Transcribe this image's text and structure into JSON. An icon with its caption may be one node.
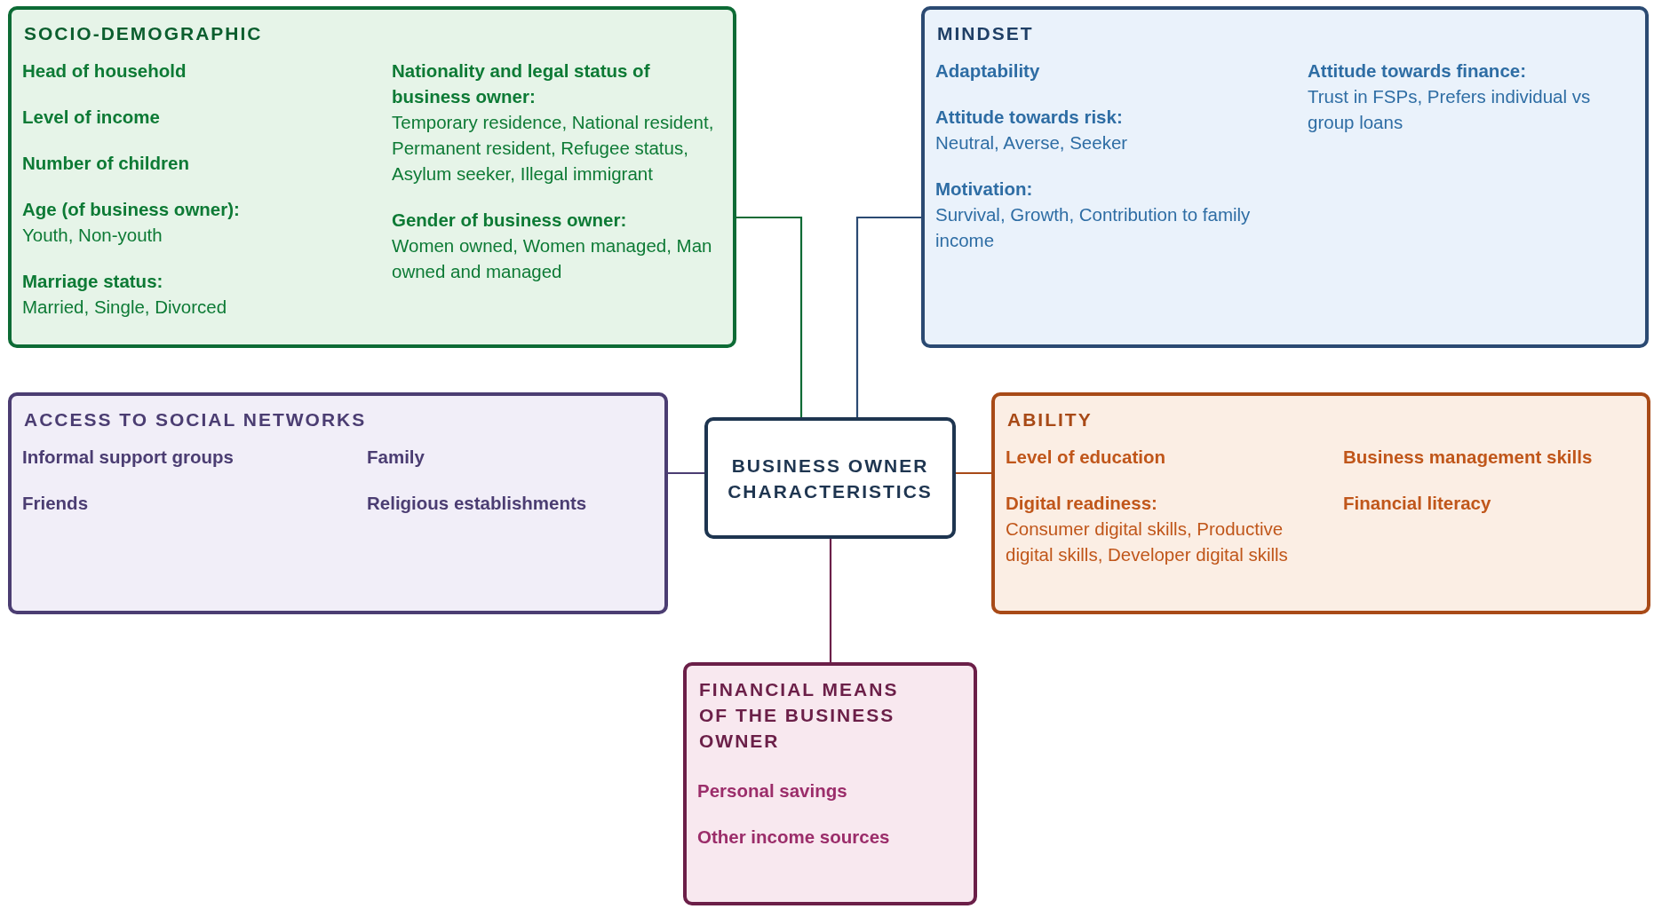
{
  "diagram": {
    "nodes": [
      {
        "text": [
          "SOCIO-DEMOGRAPHIC",
          "Head of household",
          "Level of income",
          "Number of children",
          "Age (of business owner):",
          "Youth, Non-youth",
          "Marriage status:",
          "Married, Single, Divorced",
          "Nationality and legal status of business owner:",
          "Temporary residence, National resident, Permanent resident, Refugee status, Asylum seeker, Illegal immigrant",
          "Gender of business owner:",
          "Women owned, Women managed, Man owned and managed"
        ]
      },
      {
        "text": [
          "MINDSET",
          "Adaptability",
          "Attitude towards risk:",
          "Neutral, Averse, Seeker",
          "Motivation:",
          "Survival, Growth, Contribution to family income",
          "Attitude towards finance:",
          "Trust in FSPs, Prefers individual vs group loans"
        ]
      },
      {
        "text": [
          "ACCESS TO SOCIAL NETWORKS",
          "Informal support groups",
          "Friends",
          "Family",
          "Religious establishments"
        ]
      },
      {
        "text": [
          "BUSINESS OWNER CHARACTERISTICS"
        ]
      },
      {
        "text": [
          "ABILITY",
          "Level of education",
          "Digital readiness:",
          "Consumer digital skills, Productive digital skills, Developer digital skills",
          "Business management skills",
          "Financial literacy"
        ]
      },
      {
        "text": [
          "FINANCIAL MEANS OF THE BUSINESS OWNER",
          "Personal savings",
          "Other income sources"
        ]
      }
    ],
    "edges": [
      {
        "from": 0,
        "to": 3,
        "arrow": "none",
        "color": "#0d6b35"
      },
      {
        "from": 1,
        "to": 3,
        "arrow": "none",
        "color": "#2b4a72"
      },
      {
        "from": 2,
        "to": 3,
        "arrow": "none",
        "color": "#4b3d72"
      },
      {
        "from": 4,
        "to": 3,
        "arrow": "none",
        "color": "#a84a17"
      },
      {
        "from": 5,
        "to": 3,
        "arrow": "none",
        "color": "#6b1f48"
      }
    ]
  }
}
